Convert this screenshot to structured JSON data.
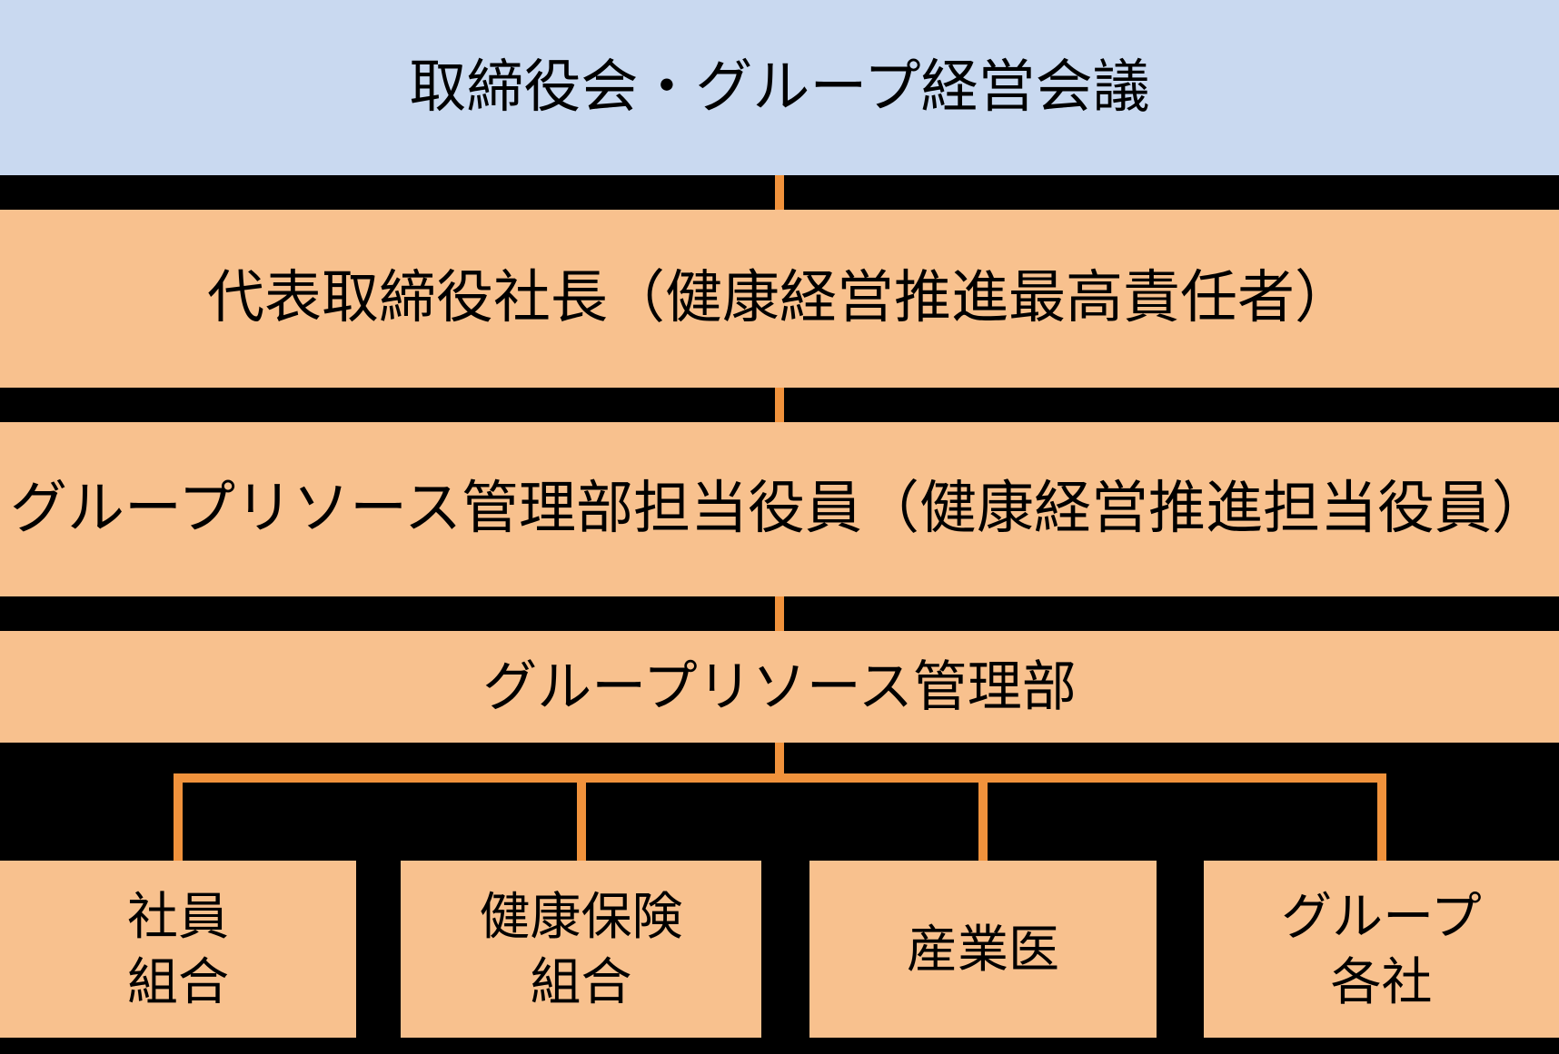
{
  "diagram": {
    "type": "org-chart",
    "nodes": {
      "board": {
        "label": "取締役会・グループ経営会議"
      },
      "president": {
        "label": "代表取締役社長（健康経営推進最高責任者）"
      },
      "officer": {
        "label": "グループリソース管理部担当役員（健康経営推進担当役員）"
      },
      "department": {
        "label": "グループリソース管理部"
      },
      "employee_union": {
        "label": "社員\n組合"
      },
      "health_insurance_union": {
        "label": "健康保険\n組合"
      },
      "industrial_physician": {
        "label": "産業医"
      },
      "group_companies": {
        "label": "グループ\n各社"
      }
    },
    "edges": [
      {
        "from": "board",
        "to": "president"
      },
      {
        "from": "president",
        "to": "officer"
      },
      {
        "from": "officer",
        "to": "department"
      },
      {
        "from": "department",
        "to": "employee_union"
      },
      {
        "from": "department",
        "to": "health_insurance_union"
      },
      {
        "from": "department",
        "to": "industrial_physician"
      },
      {
        "from": "department",
        "to": "group_companies"
      }
    ]
  },
  "colors": {
    "canvas-bg": "#000000",
    "box-blue": "#C9D9F0",
    "box-orange": "#F8C18E",
    "connector-orange": "#F0923C",
    "text-color": "#000000"
  }
}
